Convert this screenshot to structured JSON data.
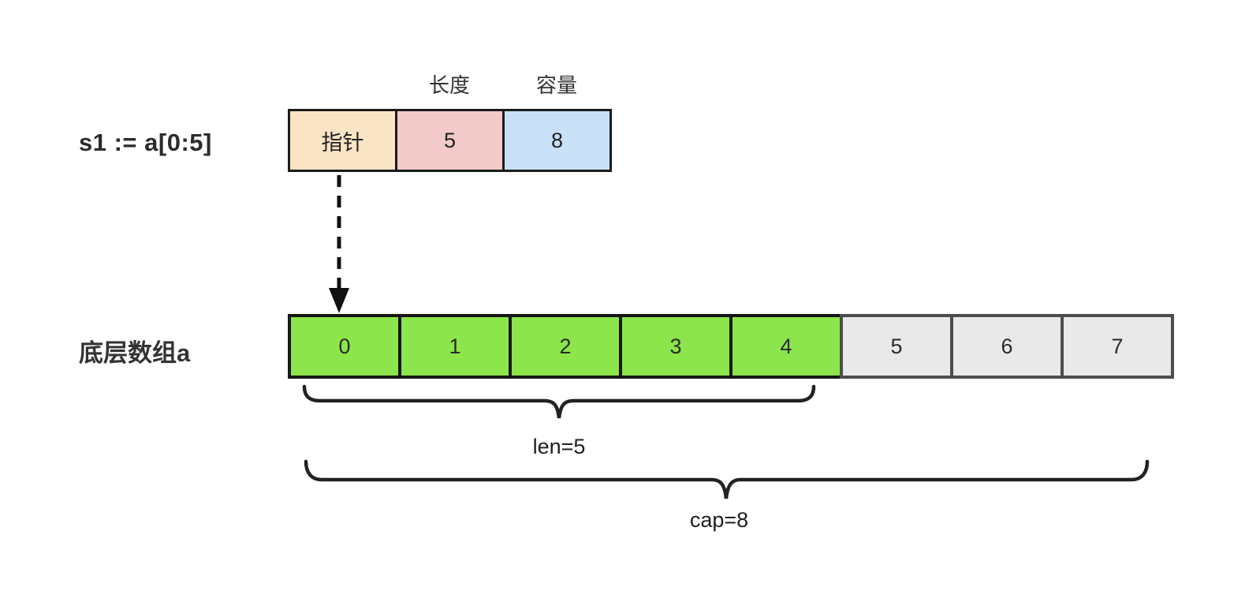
{
  "slice": {
    "expression": "s1 := a[0:5]",
    "header_labels": {
      "length": "长度",
      "capacity": "容量"
    },
    "fields": [
      {
        "name": "pointer",
        "label": "指针"
      },
      {
        "name": "length",
        "label": "5"
      },
      {
        "name": "capacity",
        "label": "8"
      }
    ]
  },
  "array": {
    "label": "底层数组a",
    "cells": [
      {
        "value": "0",
        "state": "in-slice"
      },
      {
        "value": "1",
        "state": "in-slice"
      },
      {
        "value": "2",
        "state": "in-slice"
      },
      {
        "value": "3",
        "state": "in-slice"
      },
      {
        "value": "4",
        "state": "in-slice"
      },
      {
        "value": "5",
        "state": "spare"
      },
      {
        "value": "6",
        "state": "spare"
      },
      {
        "value": "7",
        "state": "spare"
      }
    ]
  },
  "annotations": {
    "len": "len=5",
    "cap": "cap=8"
  },
  "colors": {
    "pointer_cell": "#f9e4c4",
    "length_cell": "#f3caca",
    "capacity_cell": "#c8e1f6",
    "array_in_slice": "#8ce54a",
    "array_spare": "#e9e9e9",
    "stroke": "#1b1b1b"
  }
}
